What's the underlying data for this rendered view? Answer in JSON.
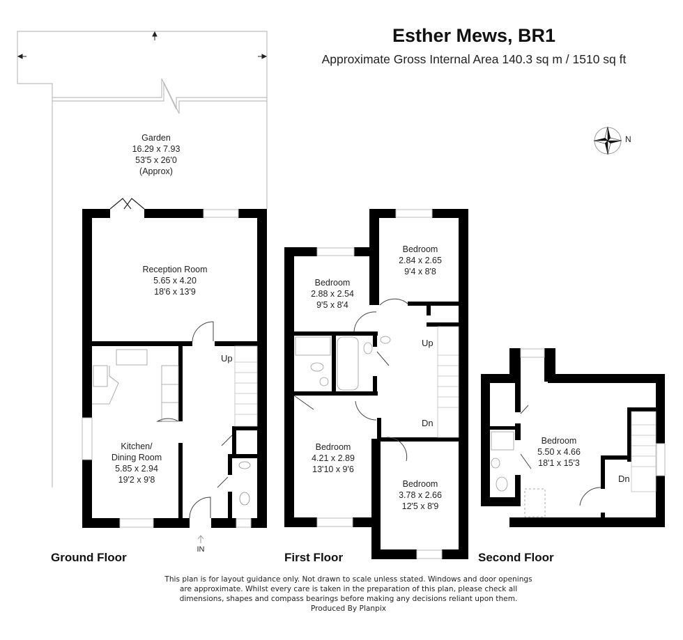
{
  "header": {
    "title": "Esther Mews, BR1",
    "subtitle": "Approximate Gross Internal Area 140.3 sq m / 1510 sq ft"
  },
  "compass": {
    "icon": "compass-rose-icon",
    "label": "N"
  },
  "garden": {
    "name": "Garden",
    "metric": "16.29 x 7.93",
    "imperial": "53'5 x 26'0",
    "note": "(Approx)"
  },
  "floors": [
    {
      "label": "Ground Floor",
      "entrance_label": "IN",
      "stairs_label": "Up",
      "rooms": [
        {
          "name": "Reception Room",
          "metric": "5.65 x 4.20",
          "imperial": "18'6 x 13'9"
        },
        {
          "name_line1": "Kitchen/",
          "name_line2": "Dining Room",
          "metric": "5.85 x 2.94",
          "imperial": "19'2 x 9'8"
        }
      ]
    },
    {
      "label": "First Floor",
      "stairs_up_label": "Up",
      "stairs_down_label": "Dn",
      "rooms": [
        {
          "name": "Bedroom",
          "metric": "2.88 x 2.54",
          "imperial": "9'5 x 8'4"
        },
        {
          "name": "Bedroom",
          "metric": "2.84 x 2.65",
          "imperial": "9'4 x 8'8"
        },
        {
          "name": "Bedroom",
          "metric": "4.21 x 2.89",
          "imperial": "13'10 x 9'6"
        },
        {
          "name": "Bedroom",
          "metric": "3.78 x 2.66",
          "imperial": "12'5 x 8'9"
        }
      ]
    },
    {
      "label": "Second Floor",
      "stairs_down_label": "Dn",
      "rooms": [
        {
          "name": "Bedroom",
          "metric": "5.50 x 4.66",
          "imperial": "18'1 x 15'3"
        }
      ]
    }
  ],
  "disclaimer": {
    "line1": "This plan is for layout guidance only. Not drawn to scale unless stated. Windows and door openings",
    "line2": "are approximate. Whilst every care is taken in the preparation of this plan, please check all",
    "line3": "dimensions, shapes and compass bearings before making any decisions reliant upon them.",
    "line4": "Produced By Planpix"
  },
  "colors": {
    "wall": "#000000",
    "thin_line": "#bdbdbd",
    "text": "#222222"
  }
}
